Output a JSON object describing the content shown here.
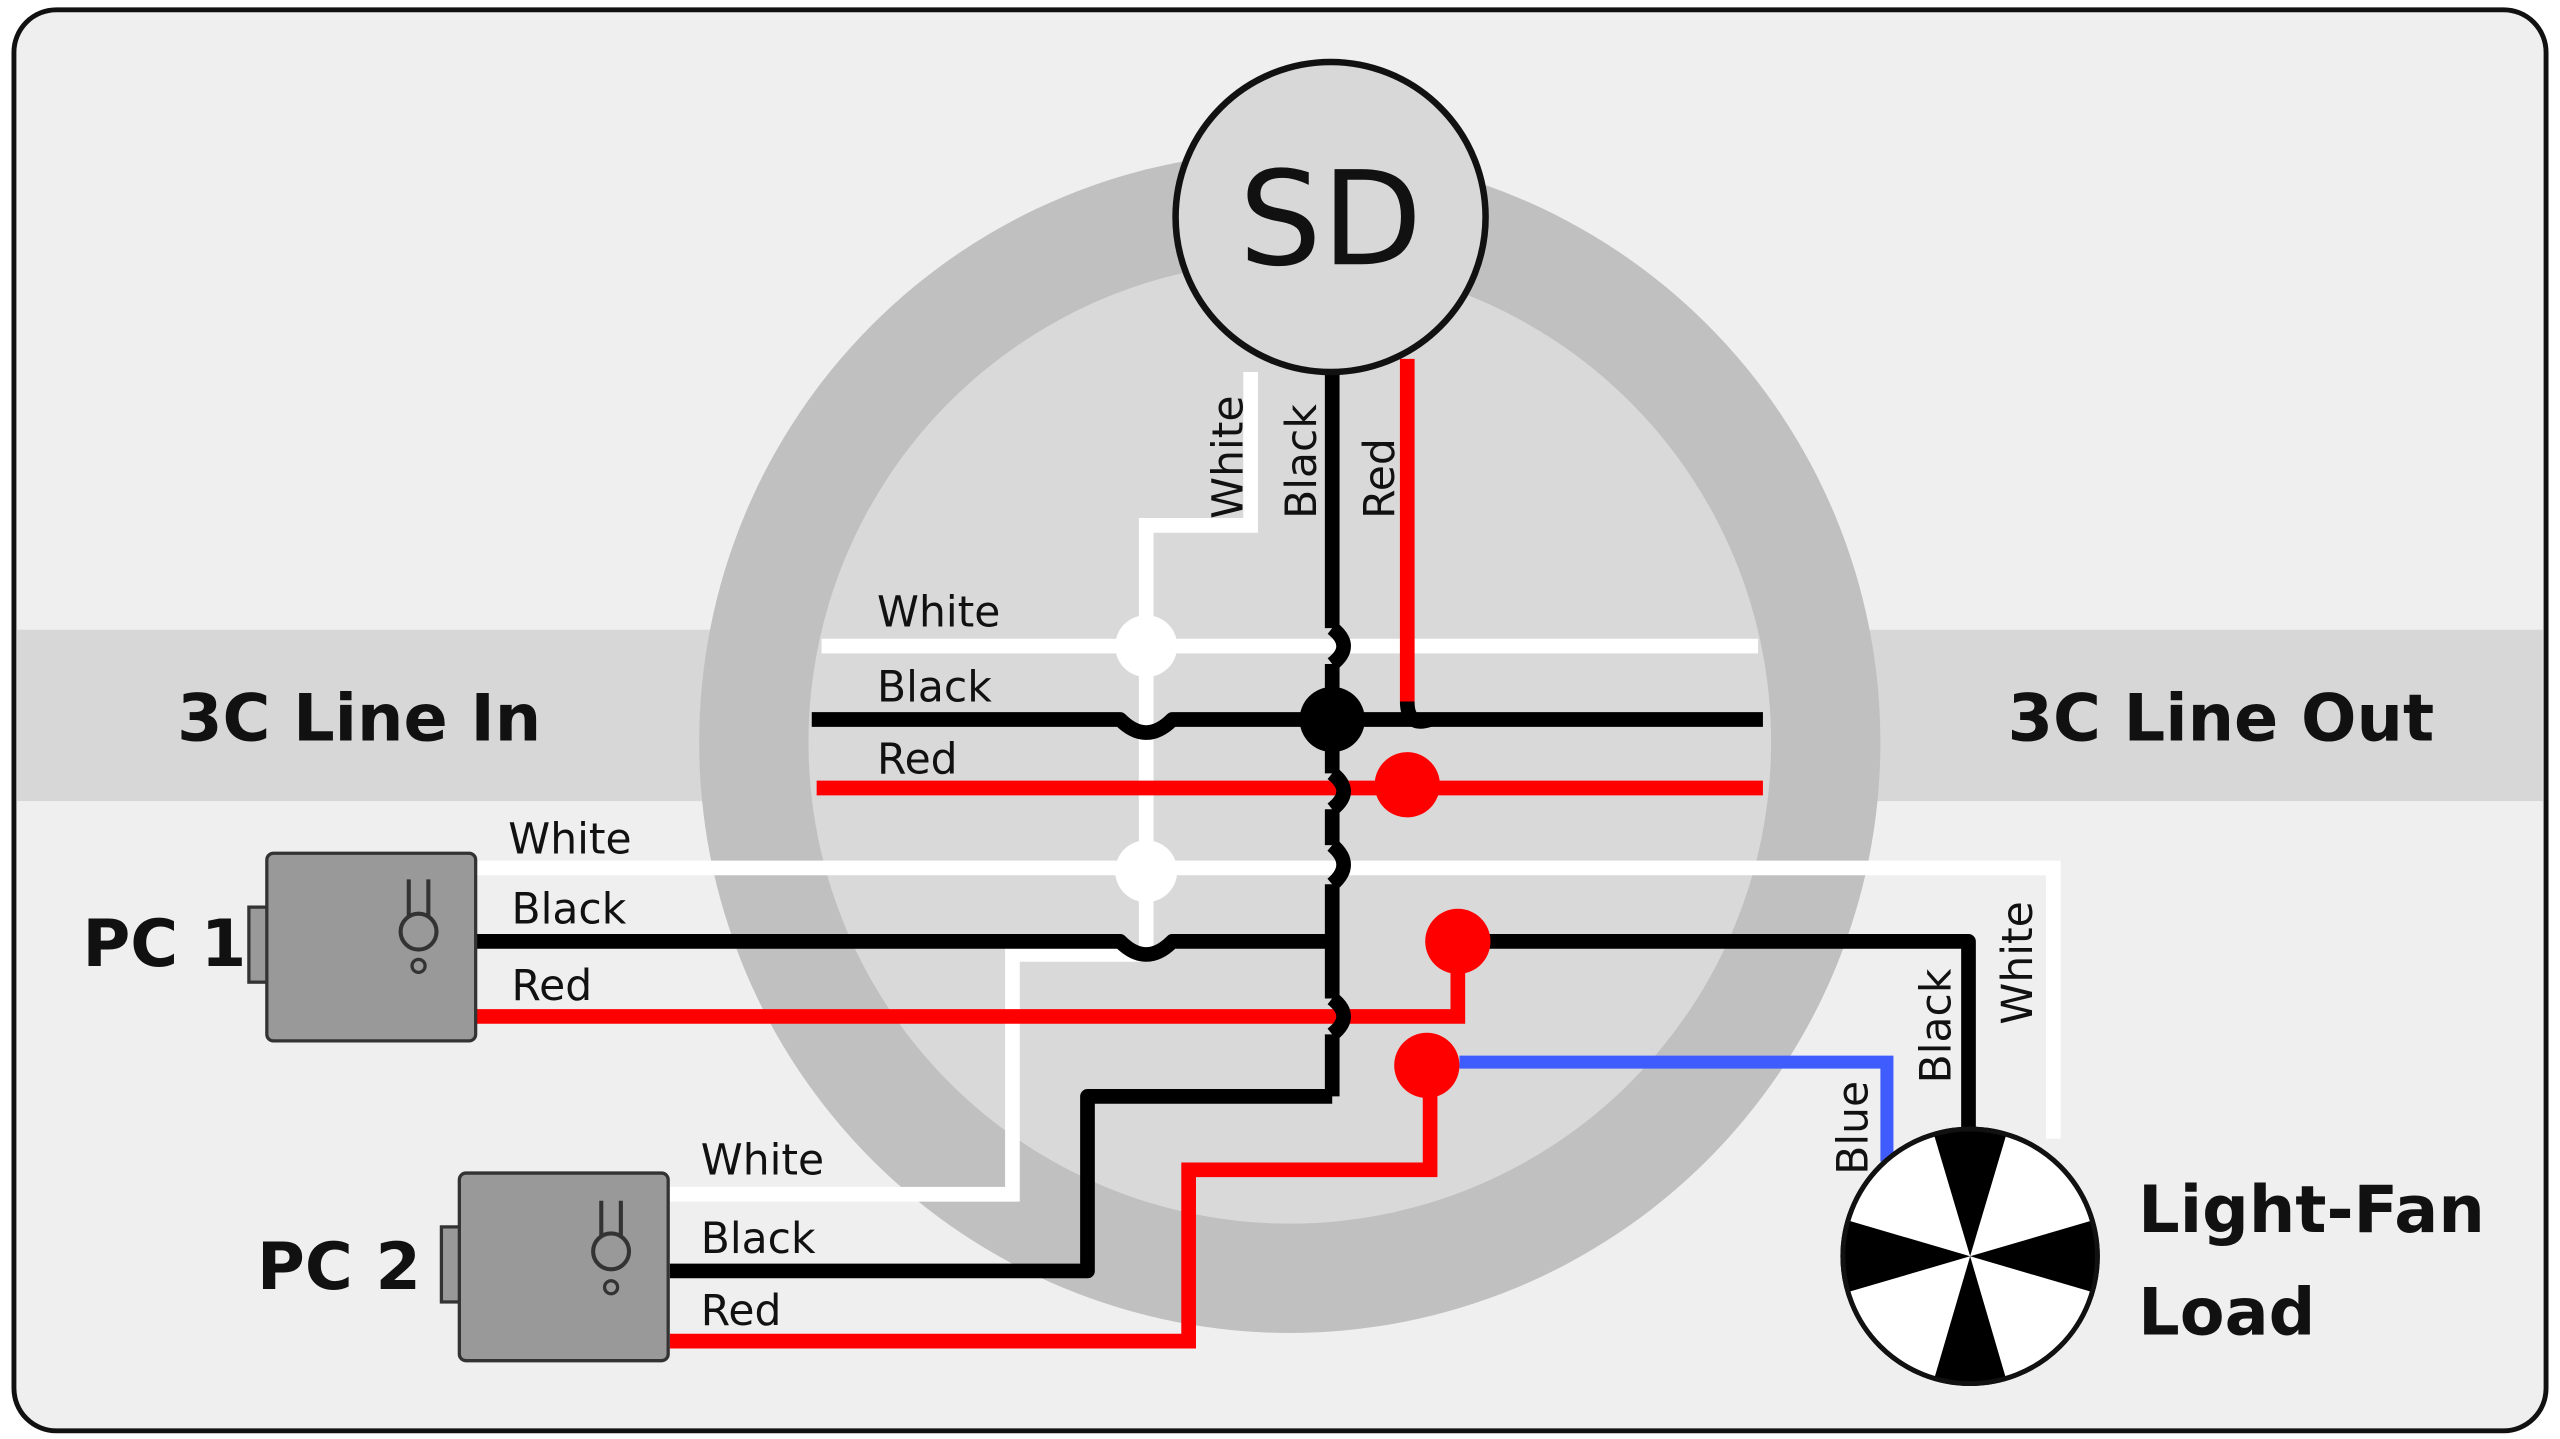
{
  "device": {
    "label": "SD",
    "wire_labels": [
      "White",
      "Black",
      "Red"
    ]
  },
  "line_in": {
    "label": "3C Line In"
  },
  "line_out": {
    "label": "3C Line Out"
  },
  "bus_wire_labels": [
    "White",
    "Black",
    "Red"
  ],
  "pc1": {
    "label": "PC 1",
    "wire_labels": [
      "White",
      "Black",
      "Red"
    ]
  },
  "pc2": {
    "label": "PC 2",
    "wire_labels": [
      "White",
      "Black",
      "Red"
    ]
  },
  "load": {
    "label_line1": "Light-Fan",
    "label_line2": "Load",
    "wire_labels": [
      "Blue",
      "Black",
      "White"
    ]
  },
  "colors": {
    "white_wire": "#ffffff",
    "black_wire": "#000000",
    "red_wire": "#ff0000",
    "blue_wire": "#3f5cff",
    "panel_bg": "#efefef",
    "band_bg": "#d7d7d7",
    "ring_outer": "#c0c0c0",
    "ring_inner": "#d8d8d8"
  }
}
